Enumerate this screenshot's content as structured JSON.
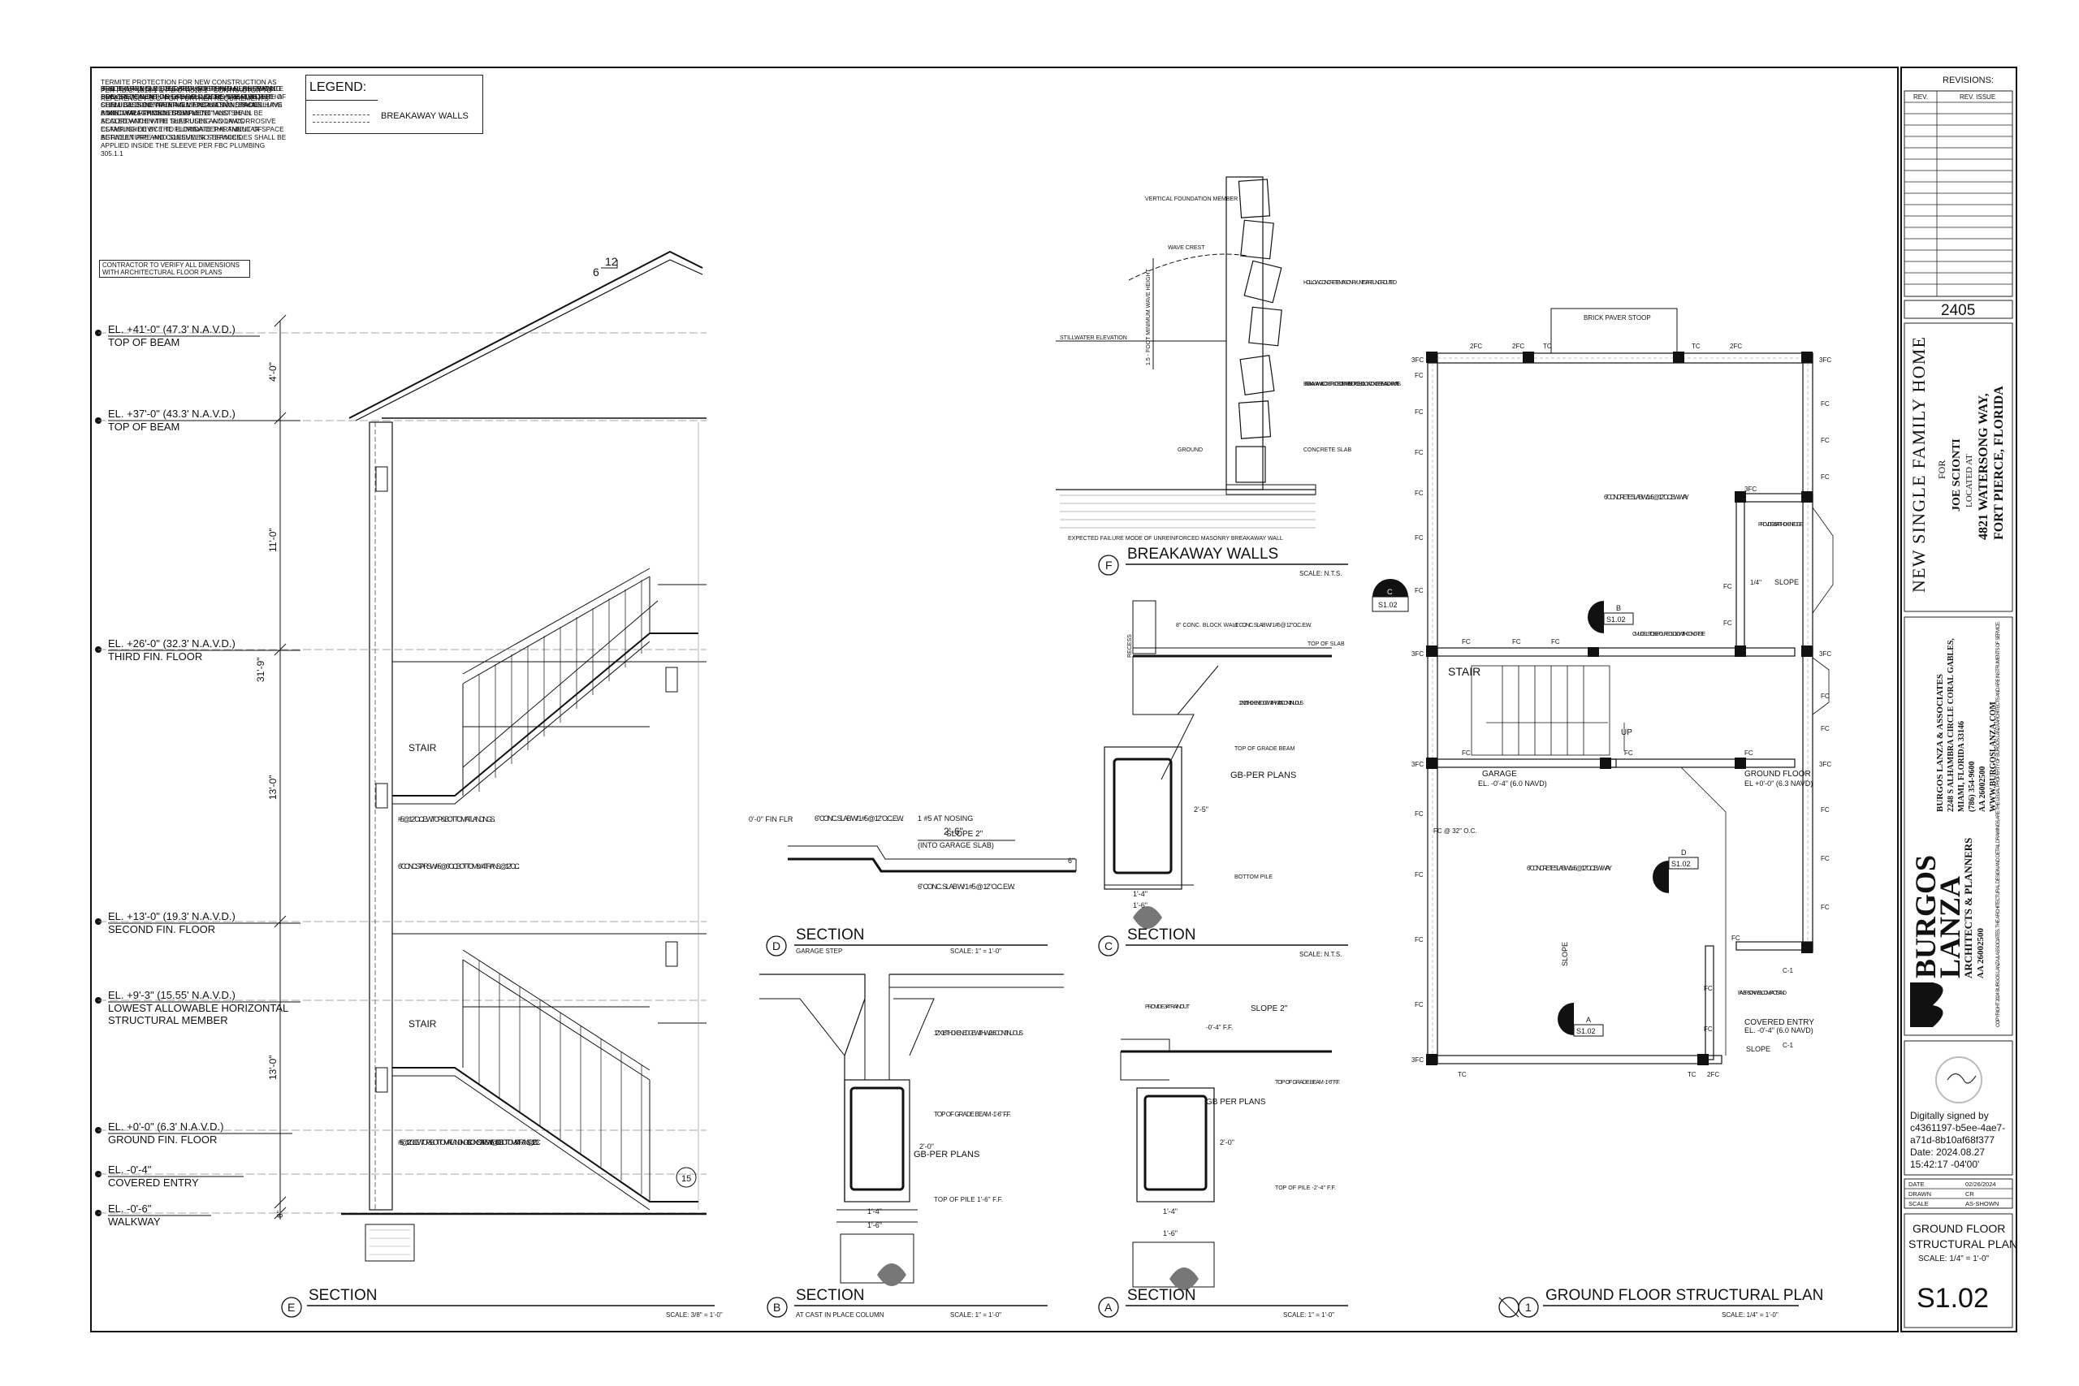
{
  "notes": {
    "termite": [
      "Termite protection for new construction as per F.B.C. 1816.1 & F.B.C. R318.1 - contractor to reference F.B.C. for further requirements.",
      "Soil treatment used for subterranean termite prevention inside the foundation perimeter shall be done after all excavation, backfilling and compaction is complete.",
      "If soil area is disturbed after initial chemical soil treatment, area shall be re-treated with a chemical soil treatment including spaces boxed or framed. Treatment must be in accordance with the rules and laws established by the Florida Department of Agriculture and Consumer Services.",
      "Protective sleeves around piping penetrating concrete slab on grade floors shall not be of cellulose-containing materials and shall have a min. wall thickness of 0.010\" and shall be sealed within the slab using a non-corrosive clamping device to eliminate the annular space between pipe and sleeve. No termicides shall be applied inside the sleeve per FBC Plumbing 305.1.1"
    ],
    "contractor": "Contractor to verify all dimensions with architectural floor plans"
  },
  "legend": {
    "title": "LEGEND:",
    "item": "BREAKAWAY WALLS"
  },
  "elevations": [
    {
      "label": "EL. +41'-0\" (47.3' N.A.V.D.)",
      "sub": "TOP OF BEAM"
    },
    {
      "label": "EL. +37'-0\" (43.3' N.A.V.D.)",
      "sub": "TOP OF BEAM"
    },
    {
      "label": "EL. +26'-0\" (32.3' N.A.V.D.)",
      "sub": "THIRD FIN. FLOOR"
    },
    {
      "label": "EL. +13'-0\" (19.3' N.A.V.D.)",
      "sub": "SECOND FIN. FLOOR"
    },
    {
      "label": "EL. +9'-3\" (15.55' N.A.V.D.)",
      "sub": "LOWEST ALLOWABLE HORIZONTAL",
      "sub2": "STRUCTURAL MEMBER"
    },
    {
      "label": "EL. +0'-0\" (6.3' N.A.V.D.)",
      "sub": "GROUND FIN. FLOOR"
    },
    {
      "label": "EL. -0'-4\"",
      "sub": "COVERED ENTRY"
    },
    {
      "label": "EL. -0'-6\"",
      "sub": "WALKWAY"
    }
  ],
  "dims": {
    "d1": "4'-0\"",
    "d2": "11'-0\"",
    "d3": "31'-9\"",
    "d4": "13'-0\"",
    "d5": "13'-0\"",
    "d6": "6\"",
    "pitch_a": "6",
    "pitch_b": "12"
  },
  "section_e": {
    "stair_upper": "STAIR",
    "stair_lower": "STAIR",
    "note1": "#5 @ 12\" O.C. E.W. TOP & BOTTOM AT LANDINGS.",
    "note2": "6\" CONC. STAIRS W/ #5 @ 6\" O.C. BOTTOM & #4 TRANS. @ 12\" O.C.",
    "note3": "#5 @ 12\" O.C. E.W. TOP & BOTTOM AT LANDINGS.",
    "note4": "6\" CONC. STAIRS W/ #5 @ 6\" O.C. BOTTOM & #4 TRANS. @ 12\" O.C.",
    "step_no": "15"
  },
  "details": {
    "E": {
      "letter": "E",
      "title": "SECTION",
      "scale": "SCALE: 3/8\" = 1'-0\""
    },
    "B": {
      "letter": "B",
      "title": "SECTION",
      "sub": "AT CAST IN PLACE COLUMN",
      "scale": "SCALE: 1\" = 1'-0\""
    },
    "A": {
      "letter": "A",
      "title": "SECTION",
      "scale": "SCALE: 1\" = 1'-0\""
    },
    "D": {
      "letter": "D",
      "title": "SECTION",
      "sub": "GARAGE STEP",
      "scale": "SCALE: 1\" = 1'-0\""
    },
    "C": {
      "letter": "C",
      "title": "SECTION",
      "scale": "SCALE: N.T.S."
    },
    "F": {
      "letter": "F",
      "title": "BREAKAWAY WALLS",
      "scale": "SCALE: N.T.S."
    },
    "P": {
      "letter": "1",
      "title": "GROUND FLOOR STRUCTURAL PLAN",
      "scale": "SCALE: 1/4\" = 1'-0\""
    }
  },
  "detail_d": {
    "n1": "6\" CONC. SLAB W/ 1 #5 @ 12\" O.C. E.W.",
    "n2": "1 #5 AT NOSING",
    "n3": "2'-6\"",
    "n4": "(INTO GARAGE SLAB)",
    "n5": "SLOPE 2\"",
    "n6": "6\" CONC. SLAB W/ 1 #5 @ 12\" O.C. E.W.",
    "n7": "0'-0\" FIN FLR",
    "n8": "6\""
  },
  "detail_c": {
    "n1": "8\" CONC. BLOCK WALL",
    "n2": "6\" CONC. SLAB W/ 1 #5 @ 12\" O.C. E.W.",
    "n3": "TOP OF SLAB",
    "n4": "12\" X 16\" THICKEN EDGE WITH W/ 2 #5 CONTINUOUS",
    "n5": "TOP OF GRADE BEAM",
    "n6": "GB-PER PLANS",
    "n7": "BOTTOM PILE",
    "n8": "RECESS",
    "n9": "1'-4\"",
    "n10": "1'-6\"",
    "n11": "2'-5\""
  },
  "detail_b": {
    "n1": "12\" X 16\" THICKEN EDGE WITH W/ 2 #5 CONTINUOUS",
    "n2": "TOP OF GRADE BEAM -1'-6\" F.F.",
    "n3": "GB-PER PLANS",
    "n4": "TOP OF PILE 1'-6\" F.F.",
    "n5": "1'-4\"",
    "n6": "1'-6\"",
    "n7": "2'-0\""
  },
  "detail_a": {
    "n1": "PROVIDE 3/4\" RAINOUT",
    "n2": "SLOPE 2\"",
    "n3": "-0'-4\" F.F.",
    "n4": "GB PER PLANS",
    "n5": "TOP OF GRADE BEAM -1'-6\" F.F.",
    "n6": "TOP OF PILE -2'-4\" F.F.",
    "n7": "1'-4\"",
    "n8": "1'-6\"",
    "n9": "2'-0\""
  },
  "detail_f": {
    "n1": "VERTICAL FOUNDATION MEMBER",
    "n2": "WAVE CREST",
    "n3": "STILLWATER ELEVATION",
    "n4": "1.5 - FOOT MINIMUM WAVE HEIGHT",
    "n5": "HOLLOW CONCRETE MASONRY UNITS ARE UNGROUTED",
    "n6": "BREAKAWAY WALL CONSTRUCTED OF UNREINFORCED, HOLLOW CONCRETE MASONRY UNITS",
    "n7": "CONCRETE SLAB",
    "n8": "GROUND",
    "n9": "EXPECTED FAILURE MODE OF UNREINFORCED MASONRY BREAKAWAY WALL"
  },
  "plan": {
    "brick": "BRICK PAVER STOOP",
    "slab1": "6\" CONCRETE SLAB W/ 1 #5 @ 12\" O.C. EW WAY",
    "slab2": "6\" CONCRETE SLAB W/ 1 #5 @ 12\" O.C. EW WAY",
    "thicken": "PROVIDE 2 #5 AT THICKEN EDGE",
    "cmu": "CMU CELLS TO BE POURED SOLID WITH CONCRETE",
    "stair": "STAIR",
    "up": "UP",
    "garage": "GARAGE",
    "garage_el": "EL. -0'-4\" (6.0 NAVD)",
    "ground": "GROUND FLOOR",
    "ground_el": "EL +0'-0\" (6.3 NAVD)",
    "fc32": "FC @ 32\" O.C.",
    "pavers": "PAVERS ON WELL COMPACT SAND",
    "covered": "COVERED ENTRY",
    "covered_el": "EL. -0'-4\" (6.0 NAVD)",
    "slope": "SLOPE",
    "fc": "FC",
    "tfc": "3FC",
    "dfc": "2FC",
    "tc": "TC",
    "c1": "C-1",
    "sheet_ref": "S1.02",
    "ref_a": "A",
    "ref_b": "B",
    "ref_d": "D",
    "ref_c": "C",
    "dim14": "1/4\""
  },
  "title_block": {
    "revisions": "REVISIONS:",
    "rev": "REV.",
    "rev_issue": "REV. ISSUE",
    "project_no": "2405",
    "project": "NEW SINGLE FAMILY HOME",
    "for": "FOR",
    "client": "JOE SCIONTI",
    "located": "LOCATED AT",
    "address1": "4821 WATERSONG WAY,",
    "address2": "FORT PIERCE, FLORIDA",
    "firm": "BURGOS LANZA & ASSOCIATES",
    "firm_addr1": "2248 S ALHAMBRA CIRCLE CORAL GABLES,",
    "firm_addr2": "MIAMI, FLORIDA 33146",
    "firm_phone": "(786) 354-9600",
    "firm_aa": "AA 26002500",
    "firm_web": "WWW.BURGOSLANZA.COM",
    "logo1": "BURGOS",
    "logo2": "LANZA",
    "logo3": "ARCHITECTS & PLANNERS",
    "logo4": "AA 26002500",
    "copyright": "COPYRIGHT 2024 BURGOS LANZA & ASSOCIATES. THE ARCHITECTURAL DESIGN AND DETAIL DRAWINGS ARE THE LEGAL PROPERTY OF BURGOS LANZA ARCHITECTS AND ARE INSTRUMENTS OF SERVICE.",
    "sig1": "Digitally signed by",
    "sig2": "c4361197-b5ee-4ae7-",
    "sig3": "a71d-8b10af68f377",
    "sig4": "Date: 2024.08.27",
    "sig5": "15:42:17 -04'00'",
    "date_lbl": "DATE",
    "date_val": "02/26/2024",
    "drawn_lbl": "DRAWN",
    "drawn_val": "CR",
    "scale_lbl": "SCALE",
    "scale_val": "AS-SHOWN",
    "sheet_title1": "GROUND FLOOR",
    "sheet_title2": "STRUCTURAL PLAN",
    "sheet_scale": "SCALE: 1/4\" = 1'-0\"",
    "sheet_no": "S1.02"
  }
}
